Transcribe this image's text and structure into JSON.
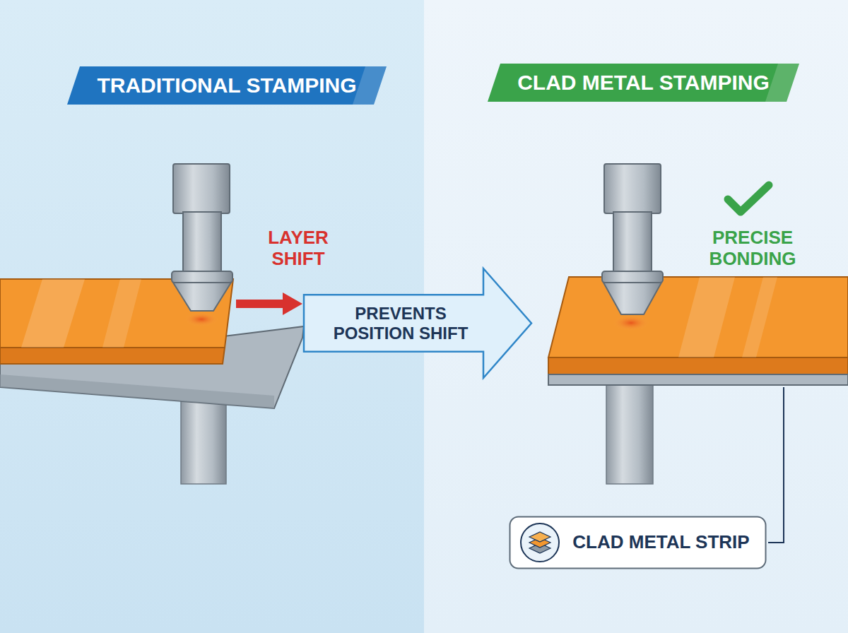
{
  "diagram": {
    "nodes": [
      {
        "text": [
          "TRADITIONAL STAMPING"
        ]
      },
      {
        "text": [
          "CLAD METAL STAMPING"
        ]
      },
      {
        "text": [
          "PREVENTS POSITION SHIFT"
        ]
      },
      {
        "text": [
          "CLAD METAL STRIP"
        ]
      }
    ],
    "labels": [
      "LAYER SHIFT",
      "PRECISE BONDING"
    ]
  }
}
